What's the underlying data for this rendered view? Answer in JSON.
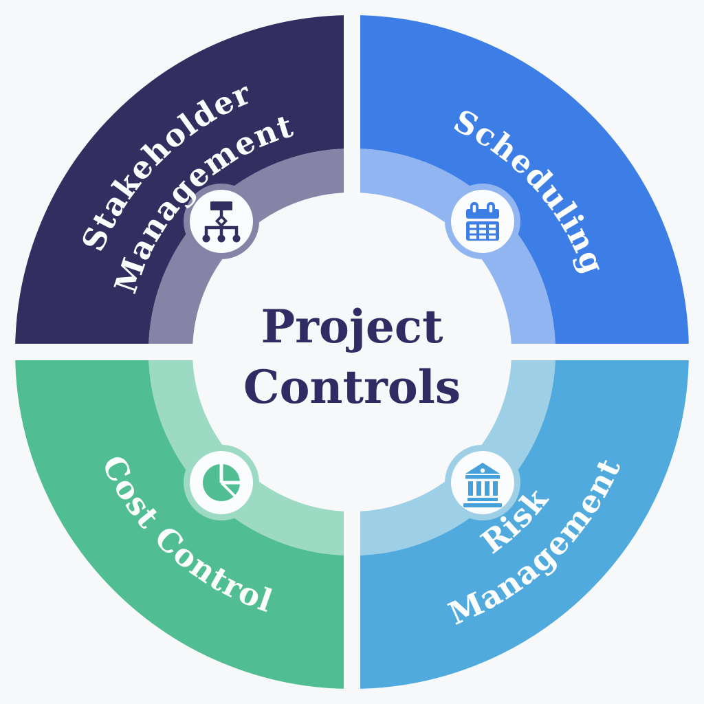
{
  "title": {
    "line1": "Project",
    "line2": "Controls"
  },
  "colors": {
    "background": "#f7f8f9",
    "disc": "#fbfcfd",
    "center_text": "#2f2c64",
    "label_text": "#fcfdfd"
  },
  "quadrants": [
    {
      "id": "stakeholder-management",
      "position": "top-left",
      "labels": [
        "Stakeholder",
        "Management"
      ],
      "color": "#322f60",
      "tint": "#8683a7",
      "icon": "org-chart-icon",
      "icon_color": "#322f60"
    },
    {
      "id": "scheduling",
      "position": "top-right",
      "labels": [
        "Scheduling"
      ],
      "color": "#3c7de6",
      "tint": "#90b5f0",
      "icon": "calendar-icon",
      "icon_color": "#3c7de6"
    },
    {
      "id": "cost-control",
      "position": "bottom-left",
      "labels": [
        "Cost Control"
      ],
      "color": "#50bd93",
      "tint": "#9cdac3",
      "icon": "pie-chart-icon",
      "icon_color": "#50bd93"
    },
    {
      "id": "risk-management",
      "position": "bottom-right",
      "labels": [
        "Risk",
        "Management"
      ],
      "color": "#51aadd",
      "tint": "#9dcfe6",
      "icon": "bank-icon",
      "icon_color": "#46a0da"
    }
  ]
}
